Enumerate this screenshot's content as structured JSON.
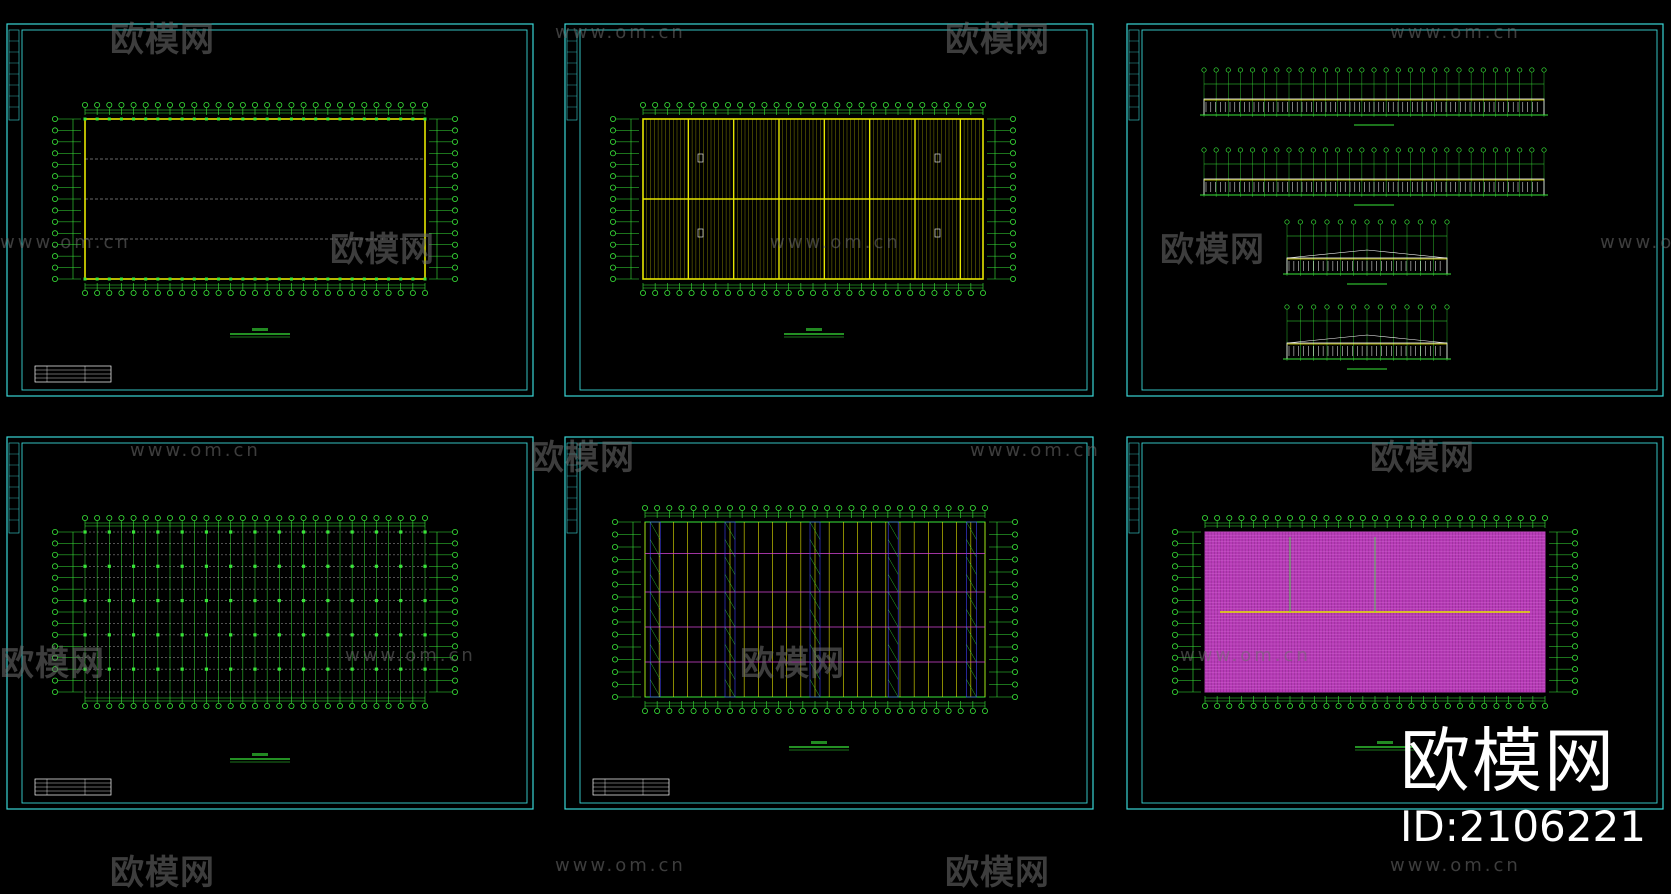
{
  "watermark": {
    "logo_text": "欧模网",
    "url_text": "www.om.cn"
  },
  "brand": {
    "name": "欧模网",
    "id": "ID:2106221"
  },
  "colors": {
    "frame": "#3ad6d6",
    "grid": "#39e639",
    "beam": "#e6e600",
    "hatch": "#d646d6",
    "watermark": "#6f6f6f",
    "background": "#000000"
  },
  "sheets": [
    {
      "name": "sheet-column-layout",
      "plan": "outline"
    },
    {
      "name": "sheet-roof-plan",
      "plan": "roof"
    },
    {
      "name": "sheet-elevations",
      "plan": "elevations"
    },
    {
      "name": "sheet-foundation-grid",
      "plan": "grid"
    },
    {
      "name": "sheet-roof-framing",
      "plan": "framing"
    },
    {
      "name": "sheet-roof-panels",
      "plan": "hatched"
    }
  ]
}
